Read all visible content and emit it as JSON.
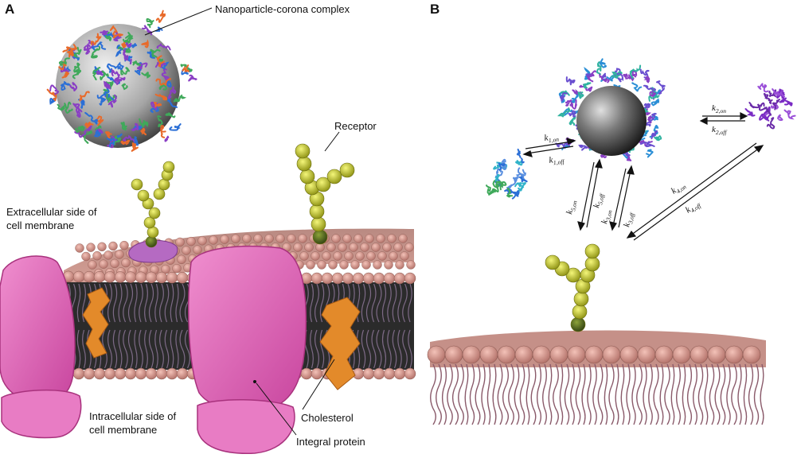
{
  "panels": {
    "a": "A",
    "b": "B"
  },
  "labels": {
    "nanoparticle_corona": "Nanoparticle-corona complex",
    "receptor": "Receptor",
    "extracellular_1": "Extracellular side of",
    "extracellular_2": "cell membrane",
    "intracellular_1": "Intracellular side of",
    "intracellular_2": "cell membrane",
    "cholesterol": "Cholesterol",
    "integral_protein": "Integral protein"
  },
  "rate_constants": {
    "k1_on": {
      "base": "k",
      "sub": "1,on"
    },
    "k1_off": {
      "base": "k",
      "sub": "1,off"
    },
    "k2_on": {
      "base": "k",
      "sub": "2,on"
    },
    "k2_off": {
      "base": "k",
      "sub": "2,off"
    },
    "k3_on": {
      "base": "k",
      "sub": "3,on"
    },
    "k3_off": {
      "base": "k",
      "sub": "3,off"
    },
    "k4_on": {
      "base": "k",
      "sub": "4,on"
    },
    "k4_off": {
      "base": "k",
      "sub": "4,off"
    },
    "k5_on": {
      "base": "k",
      "sub": "5,on"
    },
    "k5_off": {
      "base": "k",
      "sub": "5,off"
    }
  },
  "colors": {
    "membrane_head": "#d9928a",
    "membrane_tail": "#8a5a6a",
    "integral_protein": "#e06ab8",
    "cholesterol": "#e38a2a",
    "receptor": "#c9cf33",
    "nanoparticle": "#6b6b6b",
    "corona_protein": "#3a7fd0"
  }
}
